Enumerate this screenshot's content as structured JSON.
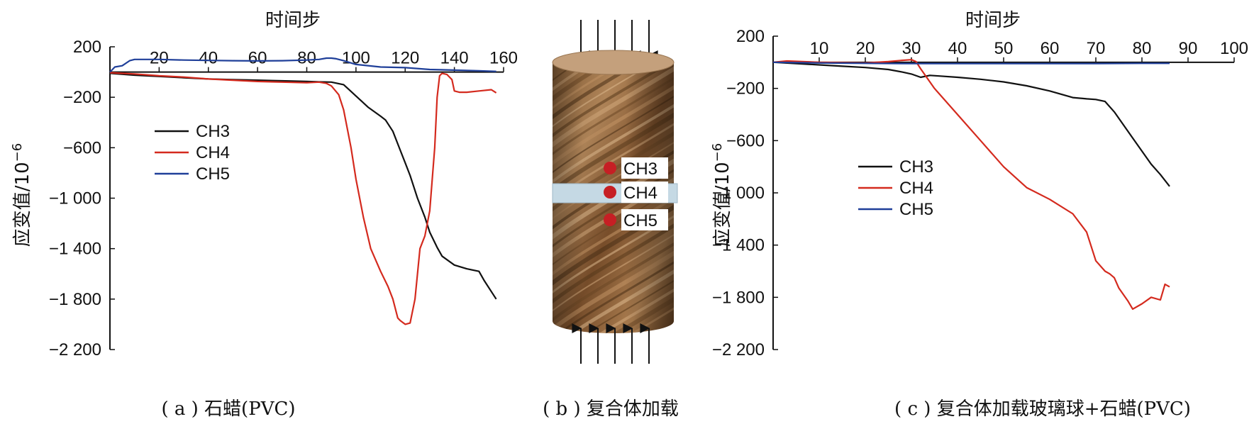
{
  "chart_data": [
    {
      "panel": "a",
      "type": "line",
      "caption": "( a ) 石蜡(PVC)",
      "xlabel": "时间步",
      "ylabel": "应变值/10",
      "ylabel_exp": "−6",
      "xlim": [
        0,
        160
      ],
      "ylim": [
        -2200,
        200
      ],
      "x_axis_position": "top",
      "x_ticks": [
        20,
        40,
        60,
        80,
        100,
        120,
        140,
        160
      ],
      "y_ticks": [
        200,
        -200,
        -600,
        -1000,
        -1400,
        -1800,
        -2200
      ],
      "y_tick_labels": [
        "200",
        "−200",
        "−600",
        "−1 000",
        "−1 400",
        "−1 800",
        "−2 200"
      ],
      "legend_position": "center-left",
      "series": [
        {
          "name": "CH3",
          "color": "#111111",
          "x": [
            0,
            10,
            20,
            30,
            40,
            50,
            60,
            70,
            80,
            85,
            90,
            95,
            100,
            105,
            110,
            112,
            115,
            118,
            120,
            122,
            125,
            128,
            130,
            133,
            135,
            140,
            145,
            150,
            152,
            155,
            157
          ],
          "y": [
            -10,
            -25,
            -35,
            -45,
            -55,
            -60,
            -65,
            -70,
            -75,
            -78,
            -80,
            -100,
            -190,
            -280,
            -350,
            -380,
            -470,
            -620,
            -720,
            -820,
            -1000,
            -1150,
            -1270,
            -1390,
            -1460,
            -1530,
            -1560,
            -1580,
            -1650,
            -1740,
            -1800
          ]
        },
        {
          "name": "CH4",
          "color": "#d42a1e",
          "x": [
            0,
            10,
            20,
            30,
            40,
            50,
            60,
            70,
            80,
            85,
            88,
            90,
            93,
            95,
            98,
            100,
            103,
            106,
            110,
            113,
            115,
            117,
            118,
            120,
            122,
            124,
            125,
            126,
            127,
            128,
            130,
            132,
            133,
            134,
            135,
            137,
            139,
            140,
            142,
            145,
            150,
            155,
            157
          ],
          "y": [
            -5,
            -15,
            -30,
            -40,
            -55,
            -65,
            -75,
            -80,
            -85,
            -80,
            -90,
            -110,
            -180,
            -300,
            -600,
            -850,
            -1150,
            -1400,
            -1580,
            -1700,
            -1800,
            -1950,
            -1970,
            -2000,
            -1990,
            -1800,
            -1600,
            -1400,
            -1350,
            -1300,
            -1100,
            -600,
            -200,
            -30,
            -10,
            -20,
            -60,
            -150,
            -160,
            -160,
            -150,
            -140,
            -165
          ]
        },
        {
          "name": "CH5",
          "color": "#1f3f99",
          "x": [
            0,
            2,
            5,
            8,
            10,
            15,
            20,
            30,
            40,
            50,
            60,
            70,
            80,
            85,
            88,
            90,
            92,
            95,
            100,
            110,
            120,
            130,
            140,
            150,
            157
          ],
          "y": [
            0,
            40,
            50,
            90,
            100,
            100,
            100,
            95,
            92,
            90,
            88,
            90,
            95,
            100,
            110,
            110,
            105,
            90,
            60,
            40,
            35,
            20,
            15,
            10,
            5
          ]
        }
      ]
    },
    {
      "panel": "b",
      "type": "diagram",
      "caption": "( b ) 复合体加载",
      "sensors": [
        "CH3",
        "CH4",
        "CH5"
      ],
      "colors": {
        "sensor_dot": "#c61f24",
        "interlayer": "#c5d9e4",
        "wood_dark": "#5a3a1c",
        "wood_light": "#c49566"
      }
    },
    {
      "panel": "c",
      "type": "line",
      "caption": "( c ) 复合体加载玻璃球+石蜡(PVC)",
      "xlabel": "时间步",
      "ylabel": "应变值/10",
      "ylabel_exp": "−6",
      "xlim": [
        0,
        100
      ],
      "ylim": [
        -2200,
        200
      ],
      "x_axis_position": "top",
      "x_ticks": [
        10,
        20,
        30,
        40,
        50,
        60,
        70,
        80,
        90,
        100
      ],
      "y_ticks": [
        200,
        -200,
        -600,
        -1000,
        -1400,
        -1800,
        -2200
      ],
      "y_tick_labels": [
        "200",
        "−200",
        "−600",
        "−1 000",
        "−1 400",
        "−1 800",
        "−2 200"
      ],
      "legend_position": "center-left",
      "series": [
        {
          "name": "CH3",
          "color": "#111111",
          "x": [
            0,
            5,
            10,
            15,
            20,
            25,
            28,
            30,
            32,
            34,
            36,
            40,
            45,
            50,
            55,
            60,
            65,
            68,
            70,
            72,
            74,
            76,
            78,
            80,
            82,
            84,
            86
          ],
          "y": [
            0,
            -10,
            -20,
            -30,
            -40,
            -55,
            -75,
            -90,
            -115,
            -100,
            -105,
            -115,
            -130,
            -150,
            -180,
            -220,
            -270,
            -280,
            -285,
            -300,
            -380,
            -480,
            -580,
            -680,
            -780,
            -860,
            -950
          ]
        },
        {
          "name": "CH4",
          "color": "#d42a1e",
          "x": [
            0,
            3,
            10,
            20,
            25,
            28,
            30,
            31,
            32,
            35,
            40,
            45,
            50,
            55,
            60,
            65,
            68,
            70,
            72,
            73,
            74,
            75,
            76,
            77,
            78,
            80,
            82,
            84,
            85,
            86
          ],
          "y": [
            0,
            10,
            0,
            -5,
            5,
            15,
            20,
            5,
            -50,
            -200,
            -400,
            -600,
            -800,
            -960,
            -1050,
            -1160,
            -1300,
            -1520,
            -1600,
            -1620,
            -1650,
            -1730,
            -1780,
            -1830,
            -1890,
            -1850,
            -1800,
            -1820,
            -1700,
            -1720
          ]
        },
        {
          "name": "CH5",
          "color": "#1f3f99",
          "x": [
            0,
            10,
            20,
            30,
            40,
            50,
            60,
            70,
            80,
            86
          ],
          "y": [
            0,
            -5,
            -8,
            -10,
            -10,
            -10,
            -10,
            -10,
            -8,
            -8
          ]
        }
      ]
    }
  ]
}
